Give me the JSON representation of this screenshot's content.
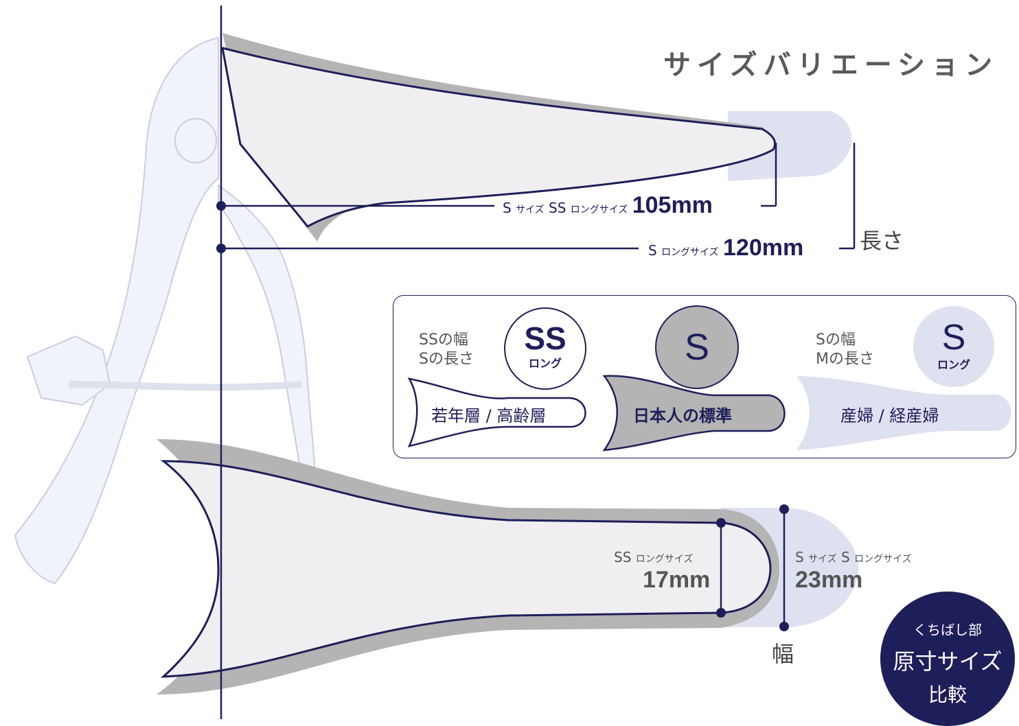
{
  "title": "サイズバリエーション",
  "length_dims": {
    "short": {
      "label_s": "S",
      "label_s_size": "サイズ",
      "label_ss": "SS",
      "label_ss_long": "ロングサイズ",
      "value": "105mm"
    },
    "long": {
      "label_s": "S",
      "label_long": "ロングサイズ",
      "value": "120mm"
    },
    "axis_label": "長さ"
  },
  "width_dims": {
    "narrow": {
      "label": "SS",
      "label_long": "ロングサイズ",
      "value": "17mm"
    },
    "wide": {
      "label_s": "S",
      "label_s_size": "サイズ",
      "label_s2": "S",
      "label_long": "ロングサイズ",
      "value": "23mm"
    },
    "axis_label": "幅"
  },
  "legend": [
    {
      "desc_line1": "SSの幅",
      "desc_line2": "Sの長さ",
      "badge": "SS",
      "badge_sub": "ロング",
      "target": "若年層 / 高齢層"
    },
    {
      "badge": "S",
      "target": "日本人の標準"
    },
    {
      "desc_line1": "Sの幅",
      "desc_line2": "Mの長さ",
      "badge": "S",
      "badge_sub": "ロング",
      "target": "産婦 / 経産婦"
    }
  ],
  "stamp": {
    "line1": "くちばし部",
    "line2": "原寸サイズ",
    "line3": "比較"
  },
  "colors": {
    "navy": "#1e1e5a",
    "gray_fill": "#b4b4b4",
    "light_fill": "#efeff1",
    "lavender": "#dde1f0"
  }
}
